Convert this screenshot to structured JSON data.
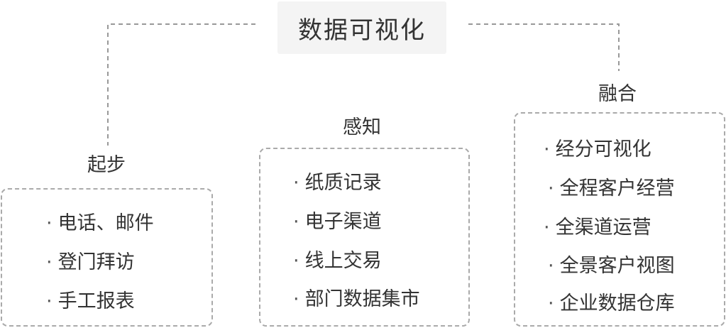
{
  "root": {
    "label": "数据可视化"
  },
  "stages": [
    {
      "title": "起步",
      "items": [
        "电话、邮件",
        "登门拜访",
        "手工报表"
      ]
    },
    {
      "title": "感知",
      "items": [
        "纸质记录",
        "电子渠道",
        "线上交易",
        "部门数据集市"
      ]
    },
    {
      "title": "融合",
      "items": [
        "经分可视化",
        "全程客户经营",
        "全渠道运营",
        "全景客户视图",
        "企业数据仓库"
      ]
    }
  ],
  "bullet": "·",
  "colors": {
    "line": "#999999",
    "box_border": "#aaaaaa",
    "root_bg": "#f4f4f4",
    "text": "#333333"
  }
}
